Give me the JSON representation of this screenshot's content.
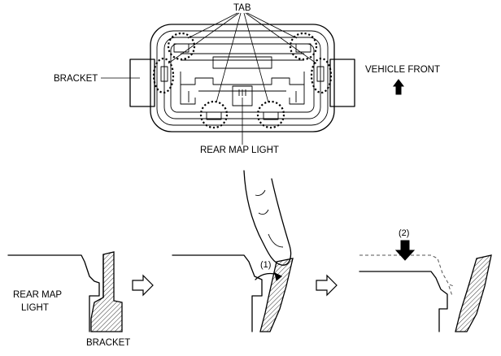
{
  "labels": {
    "tab": "TAB",
    "bracket_top": "BRACKET",
    "vehicle_front": "VEHICLE FRONT",
    "rear_map_light_top": "REAR MAP LIGHT",
    "rear_map_light_side_line1": "REAR MAP",
    "rear_map_light_side_line2": "LIGHT",
    "bracket_bottom": "BRACKET",
    "step1": "(1)",
    "step2": "(2)"
  }
}
